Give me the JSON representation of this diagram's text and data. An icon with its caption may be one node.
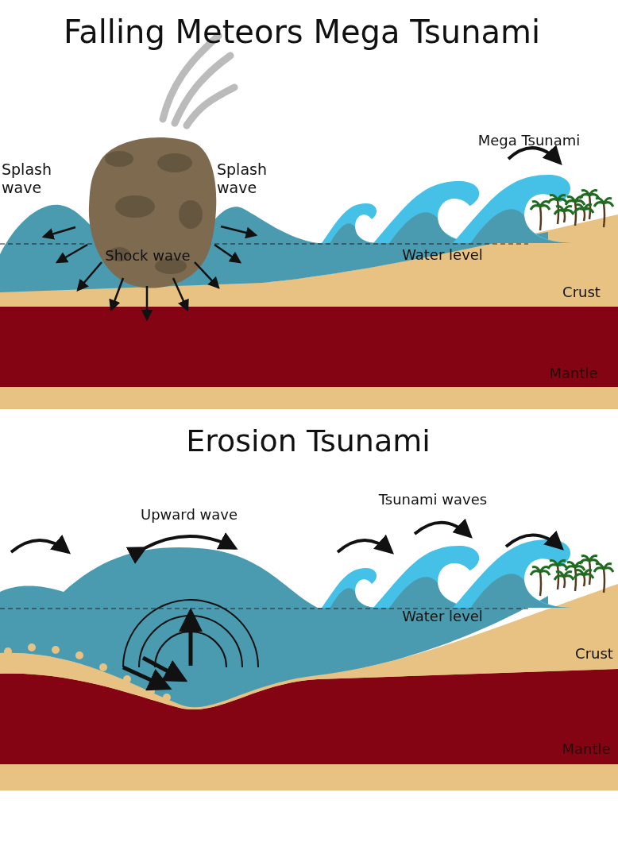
{
  "diagram": {
    "labels": [
      "Falling Meteors Mega Tsunami",
      "Mega Tsunami",
      "Splash wave",
      "Splash wave",
      "Shock wave",
      "Water level",
      "Crust",
      "Mantle",
      "Erosion Tsunami",
      "Tsunami waves",
      "Upward wave",
      "Water level",
      "Crust",
      "Mantle"
    ]
  }
}
